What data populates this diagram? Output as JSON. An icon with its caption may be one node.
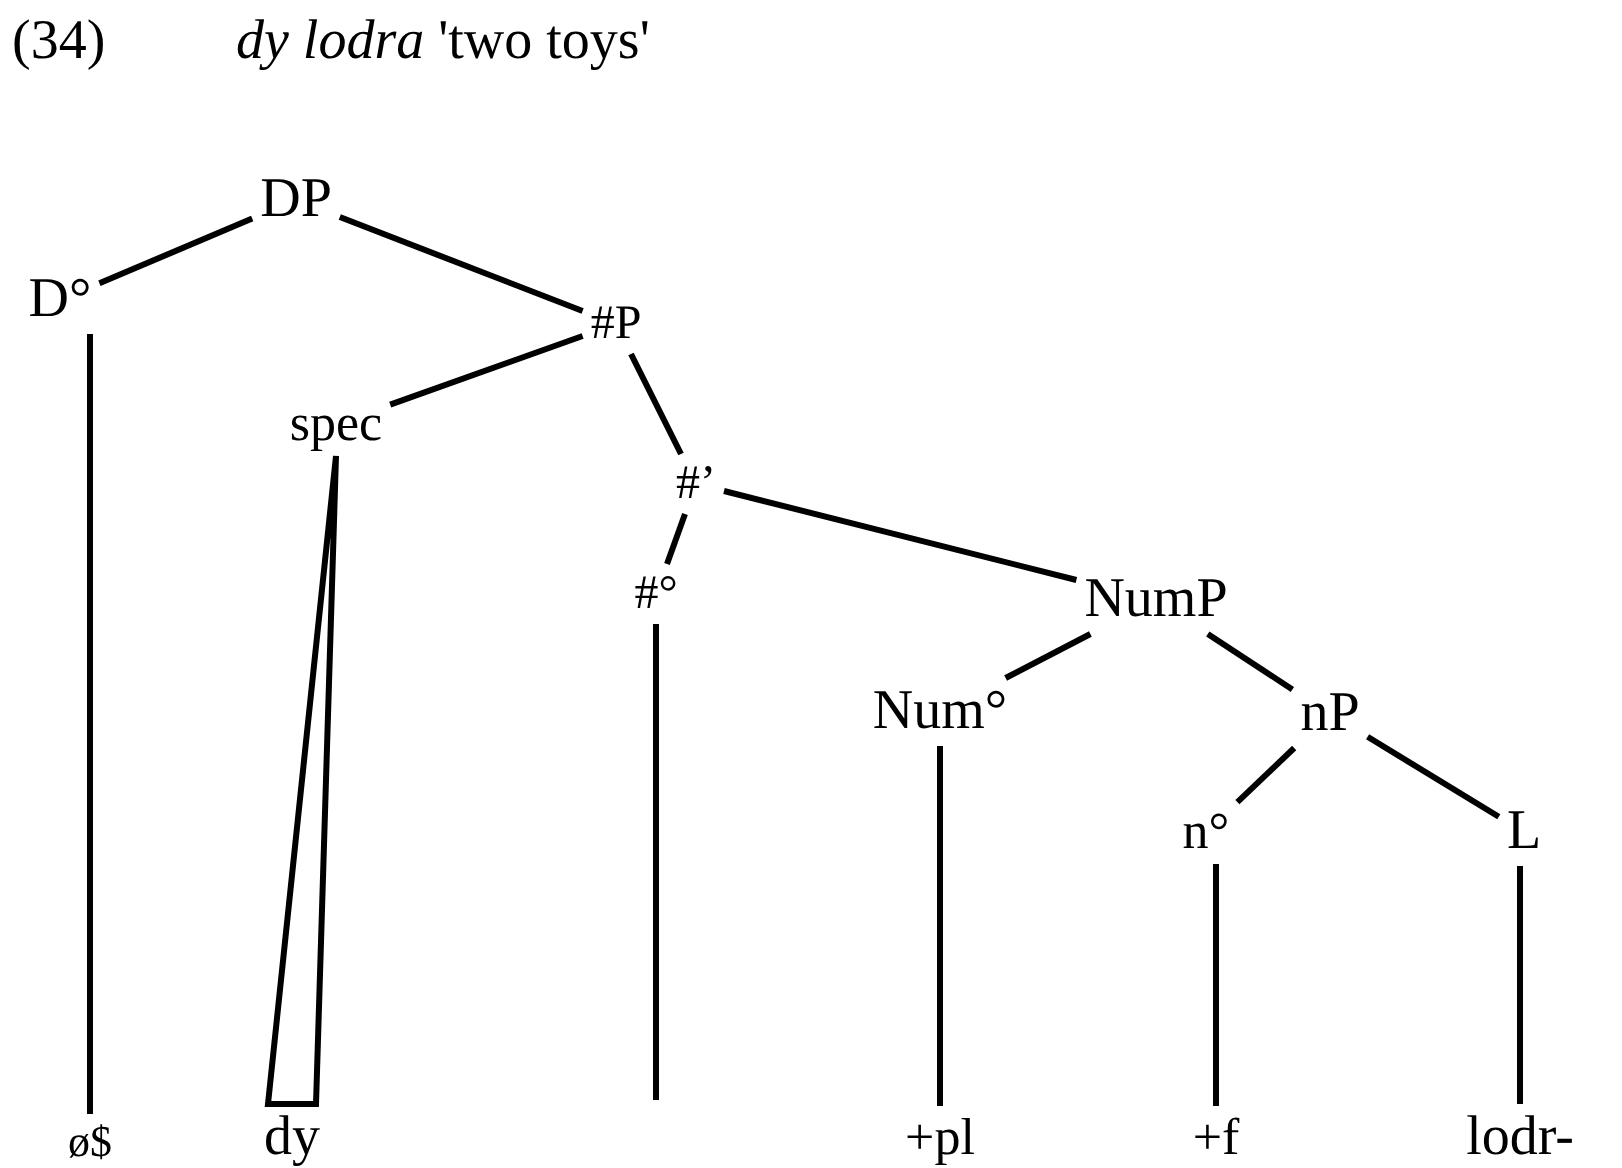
{
  "diagram": {
    "title": "*dy lodra* 'two toys'",
    "nodes": [
      {
        "text": [
          "DP"
        ]
      },
      {
        "text": [
          "D°"
        ]
      },
      {
        "text": [
          "#P"
        ]
      },
      {
        "text": [
          "spec"
        ]
      },
      {
        "text": [
          "#’"
        ]
      },
      {
        "text": [
          "#°"
        ]
      },
      {
        "text": [
          "NumP"
        ]
      },
      {
        "text": [
          "Num°"
        ]
      },
      {
        "text": [
          "nP"
        ]
      },
      {
        "text": [
          "n°"
        ]
      },
      {
        "text": [
          "L"
        ]
      },
      {
        "text": [
          "ø$"
        ]
      },
      {
        "text": [
          "dy"
        ]
      },
      {
        "text": [
          "+pl"
        ]
      },
      {
        "text": [
          "+f"
        ]
      },
      {
        "text": [
          "lodr-"
        ]
      }
    ],
    "edges": [
      {
        "from": 0,
        "to": 1,
        "arrow": "none"
      },
      {
        "from": 0,
        "to": 2,
        "arrow": "none"
      },
      {
        "from": 2,
        "to": 3,
        "arrow": "none"
      },
      {
        "from": 2,
        "to": 4,
        "arrow": "none"
      },
      {
        "from": 4,
        "to": 5,
        "arrow": "none"
      },
      {
        "from": 4,
        "to": 6,
        "arrow": "none"
      },
      {
        "from": 6,
        "to": 7,
        "arrow": "none"
      },
      {
        "from": 6,
        "to": 8,
        "arrow": "none"
      },
      {
        "from": 8,
        "to": 9,
        "arrow": "none"
      },
      {
        "from": 8,
        "to": 10,
        "arrow": "none"
      },
      {
        "from": 1,
        "to": 11,
        "arrow": "none"
      },
      {
        "from": 3,
        "to": 12,
        "arrow": "none"
      },
      {
        "from": 5,
        "to": null,
        "arrow": "none"
      },
      {
        "from": 7,
        "to": 13,
        "arrow": "none"
      },
      {
        "from": 9,
        "to": 14,
        "arrow": "none"
      },
      {
        "from": 10,
        "to": 15,
        "arrow": "none"
      }
    ],
    "labels": [
      "(34)"
    ]
  }
}
